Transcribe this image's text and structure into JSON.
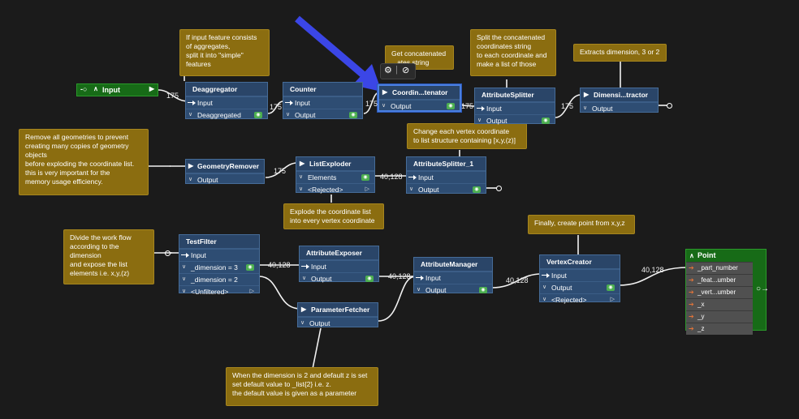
{
  "notes": {
    "aggregates": "If input feature consists\nof aggregates,\nsplit it into \"simple\"\nfeatures",
    "concat": "Get concatenated\n...ates string",
    "split": "Split the concatenated\ncoordinates string\nto each coordinate and\nmake a list of those",
    "extracts": "Extracts dimension, 3 or 2",
    "remove": "Remove all geometries to prevent\ncreating many copies of geometry\nobjects\nbefore exploding the coordinate list.\nthis is very important for the\nmemory usage efficiency.",
    "change": "Change each vertex coordinate\nto list structure containing [x,y,(z)]",
    "explode": "Explode the coordinate list\ninto every vertex coordinate",
    "divide": "Divide the work flow\naccording to the\ndimension\nand expose the list\nelements i.e. x,y,(z)",
    "finally": "Finally, create point from x,y,z",
    "dimension": "When the dimension is 2 and default z is set\nset default value to _list{2} i.e. z.\nthe default value is given as a parameter"
  },
  "input_bookmark": "Input",
  "output_bookmark": "Point",
  "nodes": {
    "deagg": {
      "title": "Deaggregator",
      "ports": [
        "Input",
        "Deaggregated"
      ]
    },
    "counter": {
      "title": "Counter",
      "ports": [
        "Input",
        "Output"
      ]
    },
    "coord": {
      "title": "Coordin...tenator",
      "ports": [
        "Output"
      ]
    },
    "attrsplit": {
      "title": "AttributeSplitter",
      "ports": [
        "Input",
        "Output"
      ]
    },
    "dimext": {
      "title": "Dimensi...tractor",
      "ports": [
        "Output"
      ]
    },
    "georem": {
      "title": "GeometryRemover",
      "ports": [
        "Output"
      ]
    },
    "listexp": {
      "title": "ListExploder",
      "ports": [
        "Elements",
        "<Rejected>"
      ]
    },
    "attrsplit1": {
      "title": "AttributeSplitter_1",
      "ports": [
        "Input",
        "Output"
      ]
    },
    "testfilter": {
      "title": "TestFilter",
      "ports": [
        "Input",
        "_dimension = 3",
        "_dimension = 2",
        "<Unfiltered>"
      ]
    },
    "attrexp": {
      "title": "AttributeExposer",
      "ports": [
        "Input",
        "Output"
      ]
    },
    "paramfetch": {
      "title": "ParameterFetcher",
      "ports": [
        "Output"
      ]
    },
    "attrmgr": {
      "title": "AttributeManager",
      "ports": [
        "Input",
        "Output"
      ]
    },
    "vertex": {
      "title": "VertexCreator",
      "ports": [
        "Input",
        "Output",
        "<Rejected>"
      ]
    }
  },
  "point_attrs": [
    "_part_number",
    "_feat...umber",
    "_vert...umber",
    "_x",
    "_y",
    "_z"
  ],
  "counts": {
    "c1": "175",
    "c2": "175",
    "c3": "175",
    "c4": "175",
    "c5": "175",
    "c6": "175",
    "c7": "40,128",
    "c8": "40,128",
    "c9": "40,128",
    "c10": "40,128",
    "c11": "40,128"
  },
  "toolbar": {
    "gear": "⚙",
    "sep": "|",
    "disable": "⊘"
  }
}
